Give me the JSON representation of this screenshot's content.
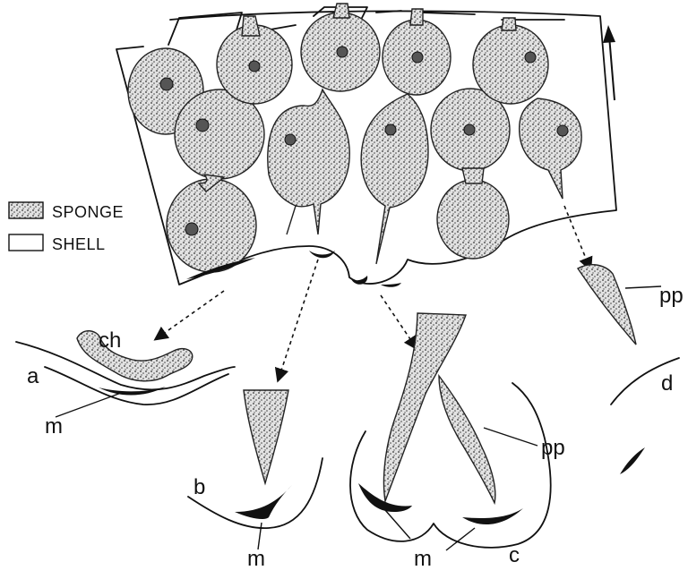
{
  "legend": {
    "sponge_label": "SPONGE",
    "shell_label": "SHELL"
  },
  "labels": {
    "ch": "ch",
    "a": "a",
    "b": "b",
    "c": "c",
    "d": "d",
    "m": "m",
    "pp": "pp"
  },
  "colors": {
    "ink": "#111111",
    "stipple": "#d8d8d8",
    "paper": "#ffffff"
  }
}
